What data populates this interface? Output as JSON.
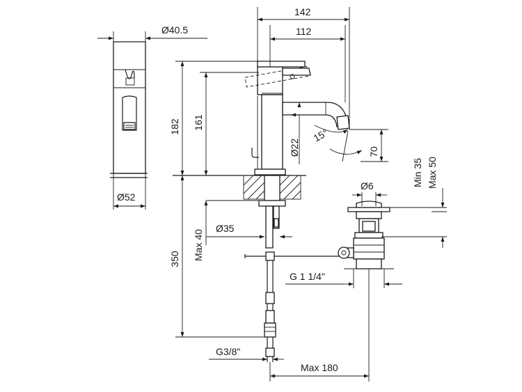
{
  "drawing": {
    "dimensions": {
      "d_142": "142",
      "d_112": "112",
      "d_diam_40_5": "Ø40.5",
      "d_182": "182",
      "d_161": "161",
      "d_diam_22": "Ø22",
      "d_angle_15": "15°",
      "d_70": "70",
      "d_diam_52": "Ø52",
      "d_diam_6": "Ø6",
      "d_min_35": "Min 35",
      "d_max_50": "Max 50",
      "d_max_40": "Max 40",
      "d_diam_35": "Ø35",
      "d_350": "350",
      "d_g_1_1_4": "G 1 1/4\"",
      "d_g_3_8": "G3/8\"",
      "d_max_180": "Max 180"
    }
  }
}
